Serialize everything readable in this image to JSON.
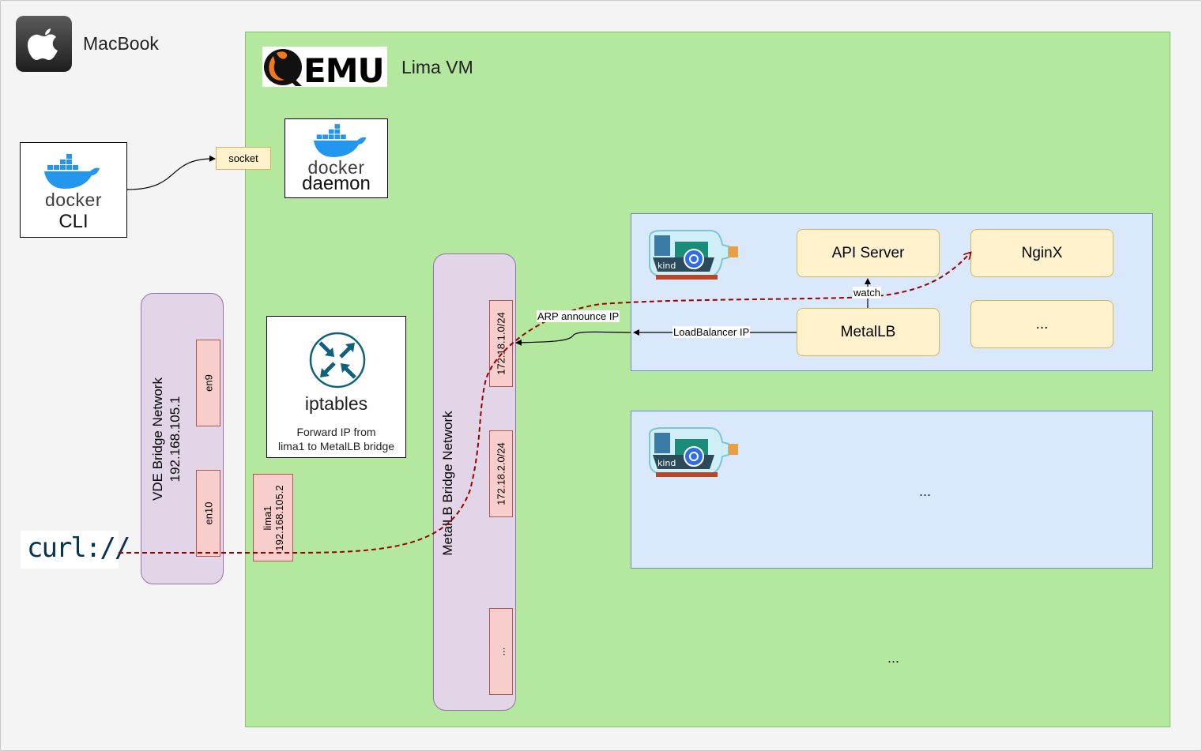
{
  "host": {
    "title": "MacBook"
  },
  "vm": {
    "title": "Lima VM",
    "emulator_logo_text": "EMU"
  },
  "docker_cli": {
    "brand": "docker",
    "label": "CLI"
  },
  "socket": {
    "label": "socket"
  },
  "docker_daemon": {
    "brand": "docker",
    "label": "daemon"
  },
  "vde_bridge": {
    "label": "VDE Bridge Network",
    "ip": "192.168.105.1",
    "iface_top": "en9",
    "iface_bottom": "en10"
  },
  "lima_iface": {
    "name": "lima1",
    "ip": "192.168.105.2"
  },
  "iptables": {
    "title": "iptables",
    "desc_line1": "Forward IP from",
    "desc_line2": "lima1 to MetalLB bridge"
  },
  "metallb_bridge": {
    "label": "MetalLB Bridge Network",
    "subnets": [
      "172.18.1.0/24",
      "172.18.2.0/24",
      "..."
    ]
  },
  "cluster1": {
    "logo_text": "kind",
    "api_server": "API Server",
    "nginx": "NginX",
    "metallb": "MetalLB",
    "more": "...",
    "edge_watch": "watch",
    "edge_lb_ip": "LoadBalancer IP",
    "edge_arp": "ARP announce IP"
  },
  "cluster2": {
    "logo_text": "kind",
    "more": "..."
  },
  "vm_more": "...",
  "curl": {
    "label": "curl://"
  },
  "colors": {
    "vm_green": "#b3e89e",
    "cluster_blue": "#dae8fc",
    "node_yellow": "#fff2cc",
    "bridge_purple": "#e1d5e7",
    "iface_red": "#f8cecc",
    "request_path": "#990000"
  }
}
